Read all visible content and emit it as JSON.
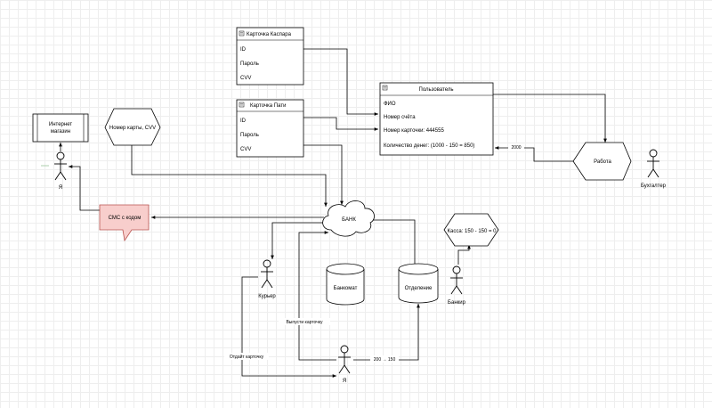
{
  "cards": {
    "kaspar": {
      "title": "Карточка Каспара",
      "rows": [
        "ID",
        "Пароль",
        "CVV"
      ]
    },
    "pati": {
      "title": "Карточка Пати",
      "rows": [
        "ID",
        "Пароль",
        "CVV"
      ]
    }
  },
  "user": {
    "title": "Пользователь",
    "rows": [
      "ФИО",
      "Номер счёта",
      "Номер карточки: 444555",
      "Количество денег: (1000 - 150 = 850)"
    ]
  },
  "shop": {
    "label_line1": "Интернет",
    "label_line2": "магазин"
  },
  "card_hex": {
    "label": "Номер карты, CVV"
  },
  "sms": {
    "label": "СМС с кодом"
  },
  "bank": {
    "label": "БАНК"
  },
  "cash_hex": {
    "label": "Касса: 150 - 150 = 0"
  },
  "atm": {
    "label": "Банкомат"
  },
  "branch": {
    "label": "Отделение"
  },
  "work": {
    "label": "Работа"
  },
  "actors": {
    "me_top": "Я",
    "courier": "Курьер",
    "banker": "Банкир",
    "me_bottom": "Я",
    "accountant": "Бухгалтер"
  },
  "edges": {
    "salary": "2000",
    "issue_card": "Выпусти карточку",
    "give_card": "Отдайт карточку",
    "cash_flow": "200 → 150"
  }
}
